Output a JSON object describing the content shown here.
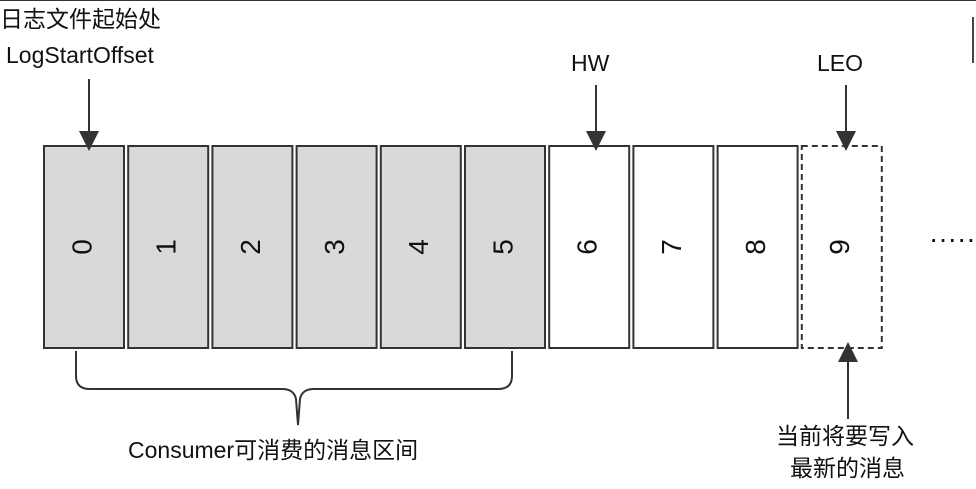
{
  "labels": {
    "log_start_cn": "日志文件起始处",
    "log_start_en": "LogStartOffset",
    "hw": "HW",
    "leo": "LEO",
    "consumer_range": "Consumer可消费的消息区间",
    "next_message_line1": "当前将要写入",
    "next_message_line2": "最新的消息",
    "ellipsis": "·····"
  },
  "cells": [
    {
      "label": "0",
      "state": "consumable"
    },
    {
      "label": "1",
      "state": "consumable"
    },
    {
      "label": "2",
      "state": "consumable"
    },
    {
      "label": "3",
      "state": "consumable"
    },
    {
      "label": "4",
      "state": "consumable"
    },
    {
      "label": "5",
      "state": "consumable"
    },
    {
      "label": "6",
      "state": "written"
    },
    {
      "label": "7",
      "state": "written"
    },
    {
      "label": "8",
      "state": "written"
    },
    {
      "label": "9",
      "state": "next"
    }
  ],
  "colors": {
    "consumable_fill": "#d9d9d9",
    "written_fill": "#ffffff",
    "stroke": "#333333",
    "text": "#111111"
  }
}
